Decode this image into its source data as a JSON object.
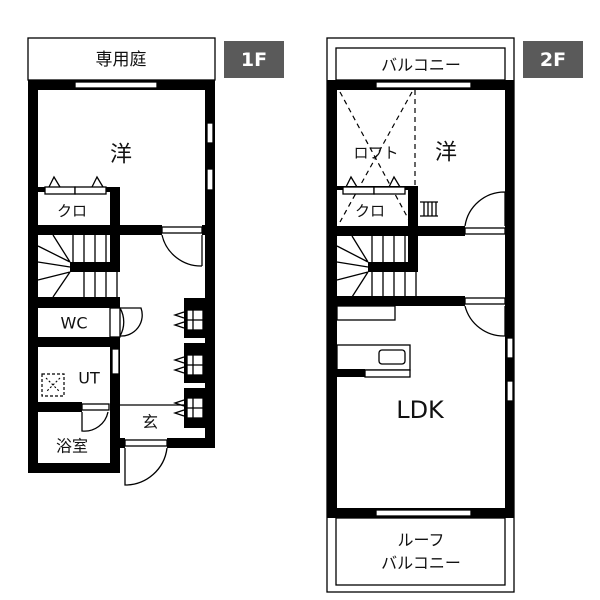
{
  "floor1": {
    "badge": "1F",
    "garden": "専用庭",
    "room_western": "洋",
    "closet": "クロ",
    "wc": "WC",
    "utility": "UT",
    "bath": "浴室",
    "entrance": "玄"
  },
  "floor2": {
    "badge": "2F",
    "balcony": "バルコニー",
    "loft": "ロフト",
    "room_western": "洋",
    "closet": "クロ",
    "ldk": "LDK",
    "roof_balcony_line1": "ルーフ",
    "roof_balcony_line2": "バルコニー"
  },
  "colors": {
    "badge": "#5a5a5a",
    "wall": "#000000"
  }
}
